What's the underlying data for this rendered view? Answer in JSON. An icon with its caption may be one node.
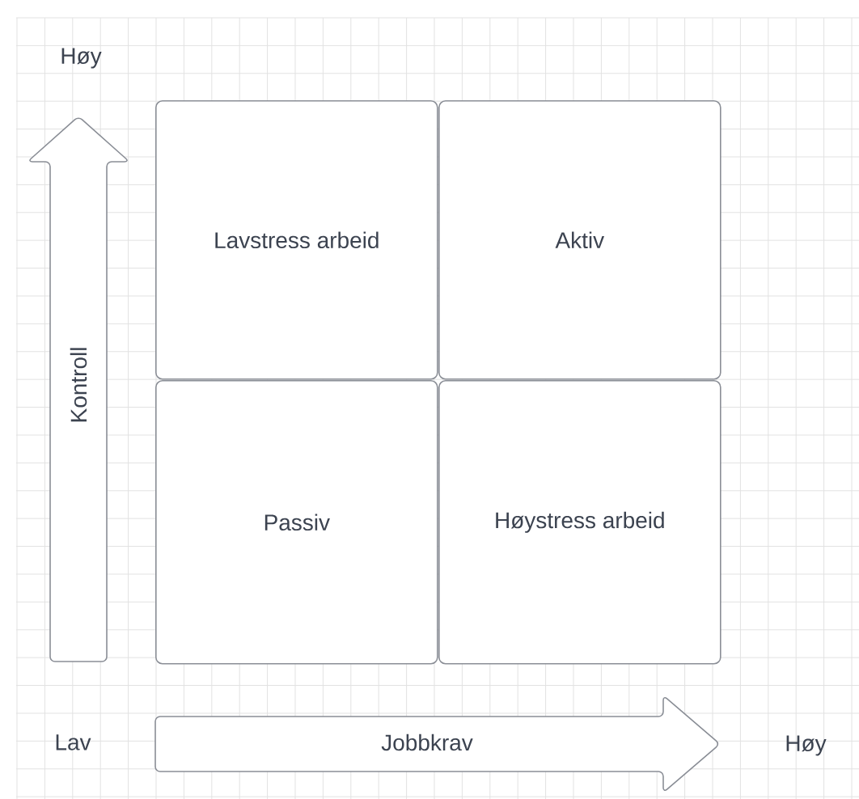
{
  "diagram": {
    "nodes": [
      {
        "text": [
          "Lavstress arbeid"
        ]
      },
      {
        "text": [
          "Aktiv"
        ]
      },
      {
        "text": [
          "Passiv"
        ]
      },
      {
        "text": [
          "Høystress arbeid"
        ]
      },
      {
        "text": [
          "Kontroll"
        ]
      },
      {
        "text": [
          "Jobbkrav"
        ]
      }
    ],
    "labels": [
      "Høy",
      "Lav",
      "Høy"
    ]
  }
}
